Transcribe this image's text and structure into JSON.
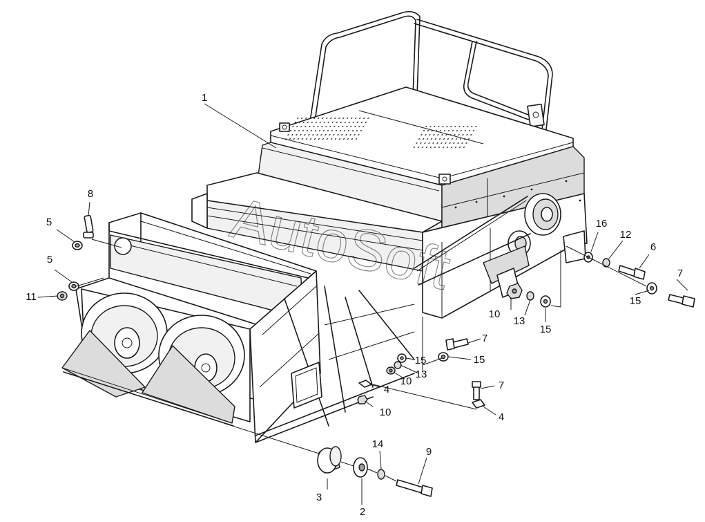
{
  "watermark": "AutoSoft",
  "callouts": [
    {
      "id": "c1",
      "label": "1"
    },
    {
      "id": "c8",
      "label": "8"
    },
    {
      "id": "c5a",
      "label": "5"
    },
    {
      "id": "c5b",
      "label": "5"
    },
    {
      "id": "c11",
      "label": "11"
    },
    {
      "id": "c16",
      "label": "16"
    },
    {
      "id": "c12",
      "label": "12"
    },
    {
      "id": "c6",
      "label": "6"
    },
    {
      "id": "c7a",
      "label": "7"
    },
    {
      "id": "c15a",
      "label": "15"
    },
    {
      "id": "c10a",
      "label": "10"
    },
    {
      "id": "c13a",
      "label": "13"
    },
    {
      "id": "c15b",
      "label": "15"
    },
    {
      "id": "c7b",
      "label": "7"
    },
    {
      "id": "c15c",
      "label": "15"
    },
    {
      "id": "c15d",
      "label": "15"
    },
    {
      "id": "c13b",
      "label": "13"
    },
    {
      "id": "c10b",
      "label": "10"
    },
    {
      "id": "c7c",
      "label": "7"
    },
    {
      "id": "c4a",
      "label": "4"
    },
    {
      "id": "c4b",
      "label": "4"
    },
    {
      "id": "c10c",
      "label": "10"
    },
    {
      "id": "c14",
      "label": "14"
    },
    {
      "id": "c9",
      "label": "9"
    },
    {
      "id": "c3",
      "label": "3"
    },
    {
      "id": "c2",
      "label": "2"
    }
  ]
}
